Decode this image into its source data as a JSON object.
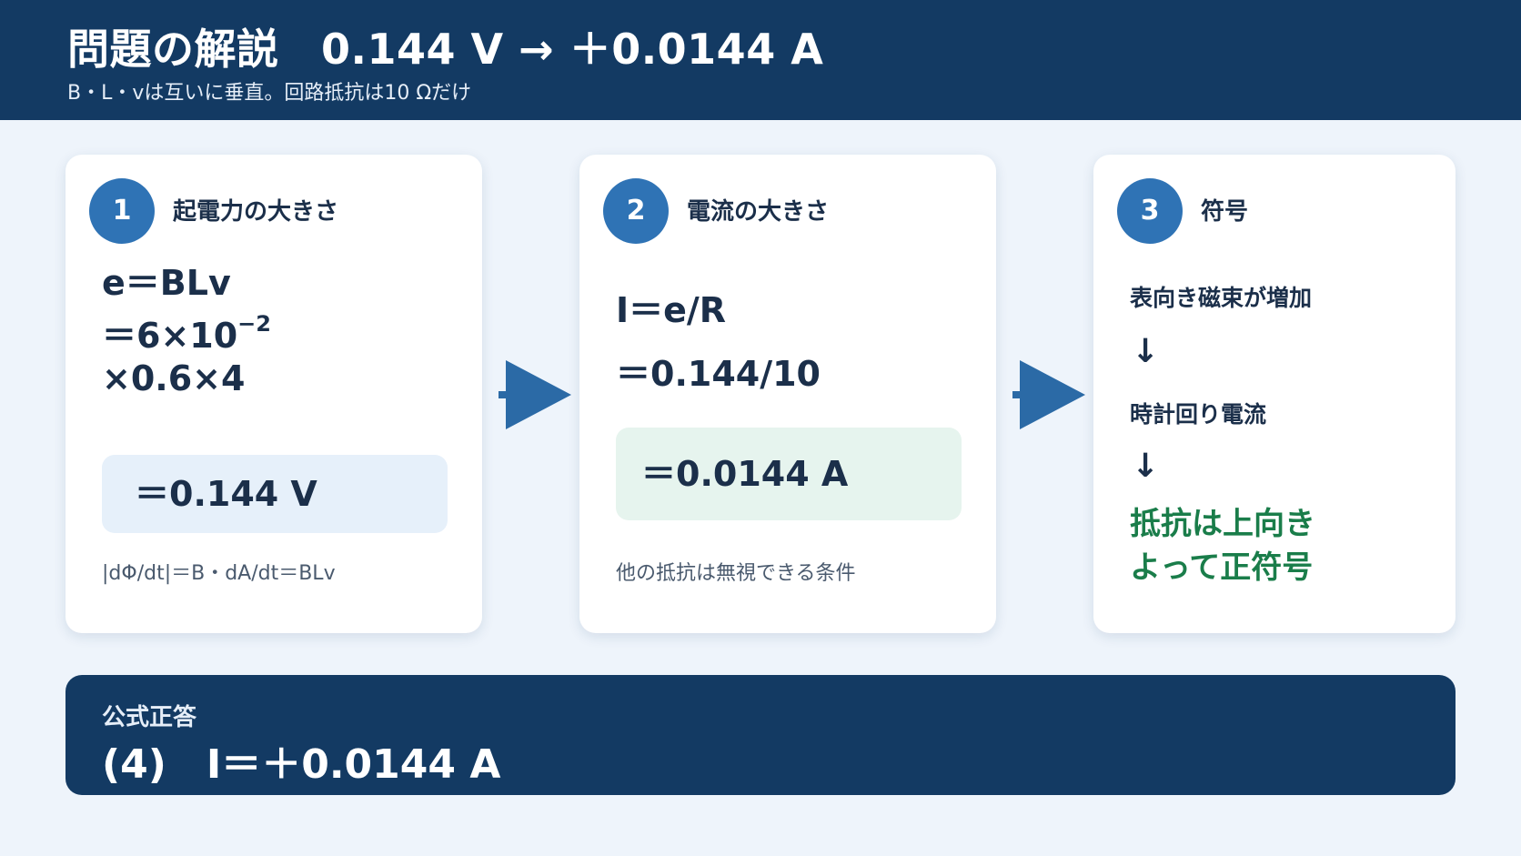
{
  "header": {
    "title": "問題の解説　0.144 V → ＋0.0144 A",
    "subtitle": "B・L・vは互いに垂直。回路抵抗は10 Ωだけ"
  },
  "steps": [
    {
      "number": "1",
      "title": "起電力の大きさ",
      "formula_line1": "e＝BLv",
      "formula_line2_base": "＝6×10",
      "formula_line2_exp": "−2",
      "formula_line3": "×0.6×4",
      "result": "＝0.144 V",
      "note": "|dΦ/dt|＝B・dA/dt＝BLv"
    },
    {
      "number": "2",
      "title": "電流の大きさ",
      "formula_line1": "I＝e/R",
      "formula_line2": "＝0.144/10",
      "result": "＝0.0144 A",
      "note": "他の抵抗は無視できる条件"
    },
    {
      "number": "3",
      "title": "符号",
      "line1": "表向き磁束が増加",
      "arrow": "↓",
      "line2": "時計回り電流",
      "conclusion_line1": "抵抗は上向き",
      "conclusion_line2": "よって正符号"
    }
  ],
  "answer": {
    "label": "公式正答",
    "value": "(4)　I＝＋0.0144 A"
  },
  "colors": {
    "navy": "#133a63",
    "accent_blue": "#2f73b5",
    "result_green": "#1a7d4a"
  }
}
